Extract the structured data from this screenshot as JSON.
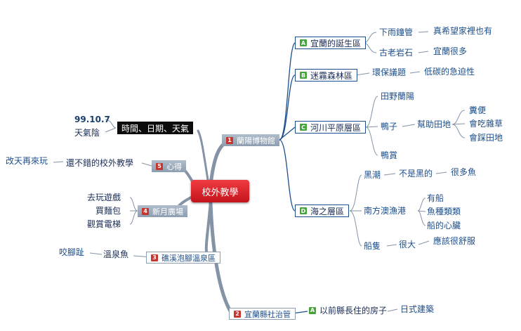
{
  "center": "校外教學",
  "branches": {
    "lanyang": {
      "badge": "1",
      "label": "蘭陽博物館",
      "children": {
        "birthplace": {
          "badge": "A",
          "label": "宜蘭的誕生區",
          "items": {
            "rain_gauge": "下雨鐘管",
            "rain_gauge_note": "真希望家裡也有",
            "old_rock": "古老岩石",
            "old_rock_note": "宜蘭很多"
          }
        },
        "forest": {
          "badge": "B",
          "label": "迷霧森林區",
          "items": {
            "eco": "環保議題",
            "eco_note": "低碳的急迫性"
          }
        },
        "plain": {
          "badge": "C",
          "label": "河川平原層區",
          "items": {
            "field": "田野蘭陽",
            "duck": "鴨子",
            "duck_help": "幫助田地",
            "duck_1": "糞便",
            "duck_2": "會吃雜草",
            "duck_3": "會踩田地",
            "duck_egg": "鴨賞"
          }
        },
        "ocean": {
          "badge": "D",
          "label": "海之層區",
          "items": {
            "kuroshio": "黑潮",
            "kuroshio_1": "不是黑的",
            "kuroshio_2": "很多魚",
            "nanfang": "南方澳漁港",
            "nanfang_1": "有船",
            "nanfang_2": "魚種類類",
            "nanfang_3": "船的心臟",
            "boat": "船隻",
            "boat_1": "很大",
            "boat_2": "應該很舒服"
          }
        }
      }
    },
    "county_office": {
      "badge": "2",
      "label": "宜蘭縣社治管",
      "child_badge": "A",
      "child": "以前縣長住的房子",
      "child_note": "日式建築"
    },
    "hot_spring": {
      "badge": "3",
      "label": "礁溪泡腳溫泉區",
      "child": "溫泉魚",
      "child_note": "咬腳趾"
    },
    "plaza": {
      "badge": "4",
      "label": "新月廣場",
      "items": [
        "去玩遊戲",
        "買麵包",
        "觀賞電梯"
      ]
    },
    "thoughts": {
      "badge": "5",
      "label": "心得",
      "child": "還不錯的校外教學",
      "child_note": "改天再來玩"
    },
    "info": {
      "label": "時間、日期、天氣",
      "date": "99.10.7",
      "weather": "天氣陰"
    }
  },
  "colors": {
    "line": "#8593a6",
    "link": "#1d4f8c",
    "center": "#e0262d",
    "badge_green": "#44a33a",
    "badge_red": "#c7352f"
  }
}
